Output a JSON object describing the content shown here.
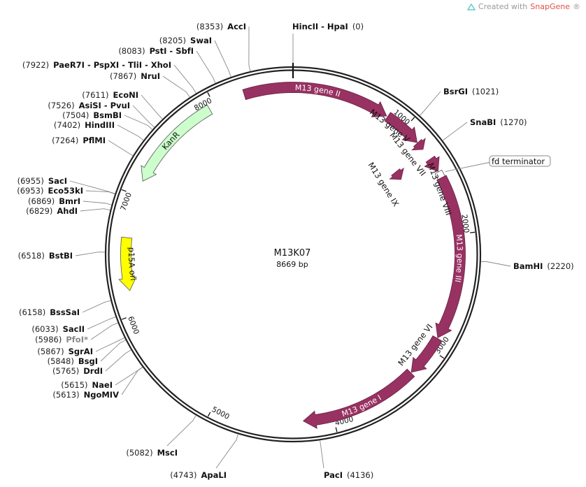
{
  "header": {
    "prefix": "Created with ",
    "brand": "SnapGene",
    "mark": "®"
  },
  "plasmid": {
    "name": "M13K07",
    "length_label": "8669 bp",
    "length": 8669
  },
  "colors": {
    "gene": "#983262",
    "kanr": "#ccffcc",
    "ori": "#ffff00",
    "terminator": "#ffffff"
  },
  "enzymes": [
    {
      "name": "HincII - HpaI",
      "pos": "0",
      "bp": 0
    },
    {
      "name": "BsrGI",
      "pos": "1021",
      "bp": 1021
    },
    {
      "name": "SnaBI",
      "pos": "1270",
      "bp": 1270
    },
    {
      "name": "BamHI",
      "pos": "2220",
      "bp": 2220
    },
    {
      "name": "PacI",
      "pos": "4136",
      "bp": 4136
    },
    {
      "name": "ApaLI",
      "pos": "4743",
      "bp": 4743
    },
    {
      "name": "MscI",
      "pos": "5082",
      "bp": 5082
    },
    {
      "name": "NgoMIV",
      "pos": "5613",
      "bp": 5613
    },
    {
      "name": "NaeI",
      "pos": "5615",
      "bp": 5615
    },
    {
      "name": "DrdI",
      "pos": "5765",
      "bp": 5765
    },
    {
      "name": "BsgI",
      "pos": "5848",
      "bp": 5848
    },
    {
      "name": "SgrAI",
      "pos": "5867",
      "bp": 5867
    },
    {
      "name": "PfoI*",
      "pos": "5986",
      "bp": 5986,
      "gray": true
    },
    {
      "name": "SacII",
      "pos": "6033",
      "bp": 6033
    },
    {
      "name": "BssSaI",
      "pos": "6158",
      "bp": 6158
    },
    {
      "name": "BstBI",
      "pos": "6518",
      "bp": 6518
    },
    {
      "name": "AhdI",
      "pos": "6829",
      "bp": 6829
    },
    {
      "name": "BmrI",
      "pos": "6869",
      "bp": 6869
    },
    {
      "name": "Eco53kI",
      "pos": "6953",
      "bp": 6953
    },
    {
      "name": "SacI",
      "pos": "6955",
      "bp": 6955
    },
    {
      "name": "PflMI",
      "pos": "7264",
      "bp": 7264
    },
    {
      "name": "HindIII",
      "pos": "7402",
      "bp": 7402
    },
    {
      "name": "BsmBI",
      "pos": "7504",
      "bp": 7504
    },
    {
      "name": "AsiSI - PvuI",
      "pos": "7526",
      "bp": 7526
    },
    {
      "name": "EcoNI",
      "pos": "7611",
      "bp": 7611
    },
    {
      "name": "NruI",
      "pos": "7867",
      "bp": 7867
    },
    {
      "name": "PaeR7I - PspXI - TliI - XhoI",
      "pos": "7922",
      "bp": 7922
    },
    {
      "name": "PstI - SbfI",
      "pos": "8083",
      "bp": 8083
    },
    {
      "name": "SwaI",
      "pos": "8205",
      "bp": 8205
    },
    {
      "name": "AccI",
      "pos": "8353",
      "bp": 8353
    }
  ],
  "features": [
    {
      "name": "M13 gene II",
      "start": 8260,
      "end": 820,
      "dir": 1,
      "type": "gene"
    },
    {
      "name": "M13 gene V",
      "start": 830,
      "end": 1155,
      "dir": 1,
      "type": "gene"
    },
    {
      "name": "M13 gene VII",
      "start": 1160,
      "end": 1230,
      "dir": 1,
      "type": "gene"
    },
    {
      "name": "M13 gene IX",
      "start": 1235,
      "end": 1330,
      "dir": 1,
      "type": "gene",
      "inner": true
    },
    {
      "name": "M13 gene VIII",
      "start": 1330,
      "end": 1450,
      "dir": 1,
      "type": "gene"
    },
    {
      "name": "fd terminator",
      "start": 1455,
      "end": 1510,
      "dir": 0,
      "type": "terminator"
    },
    {
      "name": "M13 gene III",
      "start": 1510,
      "end": 2890,
      "dir": 1,
      "type": "gene"
    },
    {
      "name": "M13 gene VI",
      "start": 2895,
      "end": 3250,
      "dir": 1,
      "type": "gene"
    },
    {
      "name": "M13 gene I",
      "start": 3255,
      "end": 4250,
      "dir": 1,
      "type": "gene"
    },
    {
      "name": "KanR",
      "start": 7128,
      "end": 7950,
      "dir": -1,
      "type": "kanr"
    },
    {
      "name": "p15A ori",
      "start": 6200,
      "end": 6640,
      "dir": -1,
      "type": "ori"
    }
  ],
  "ticks": [
    "1000",
    "2000",
    "3000",
    "4000",
    "5000",
    "6000",
    "7000",
    "8000"
  ]
}
